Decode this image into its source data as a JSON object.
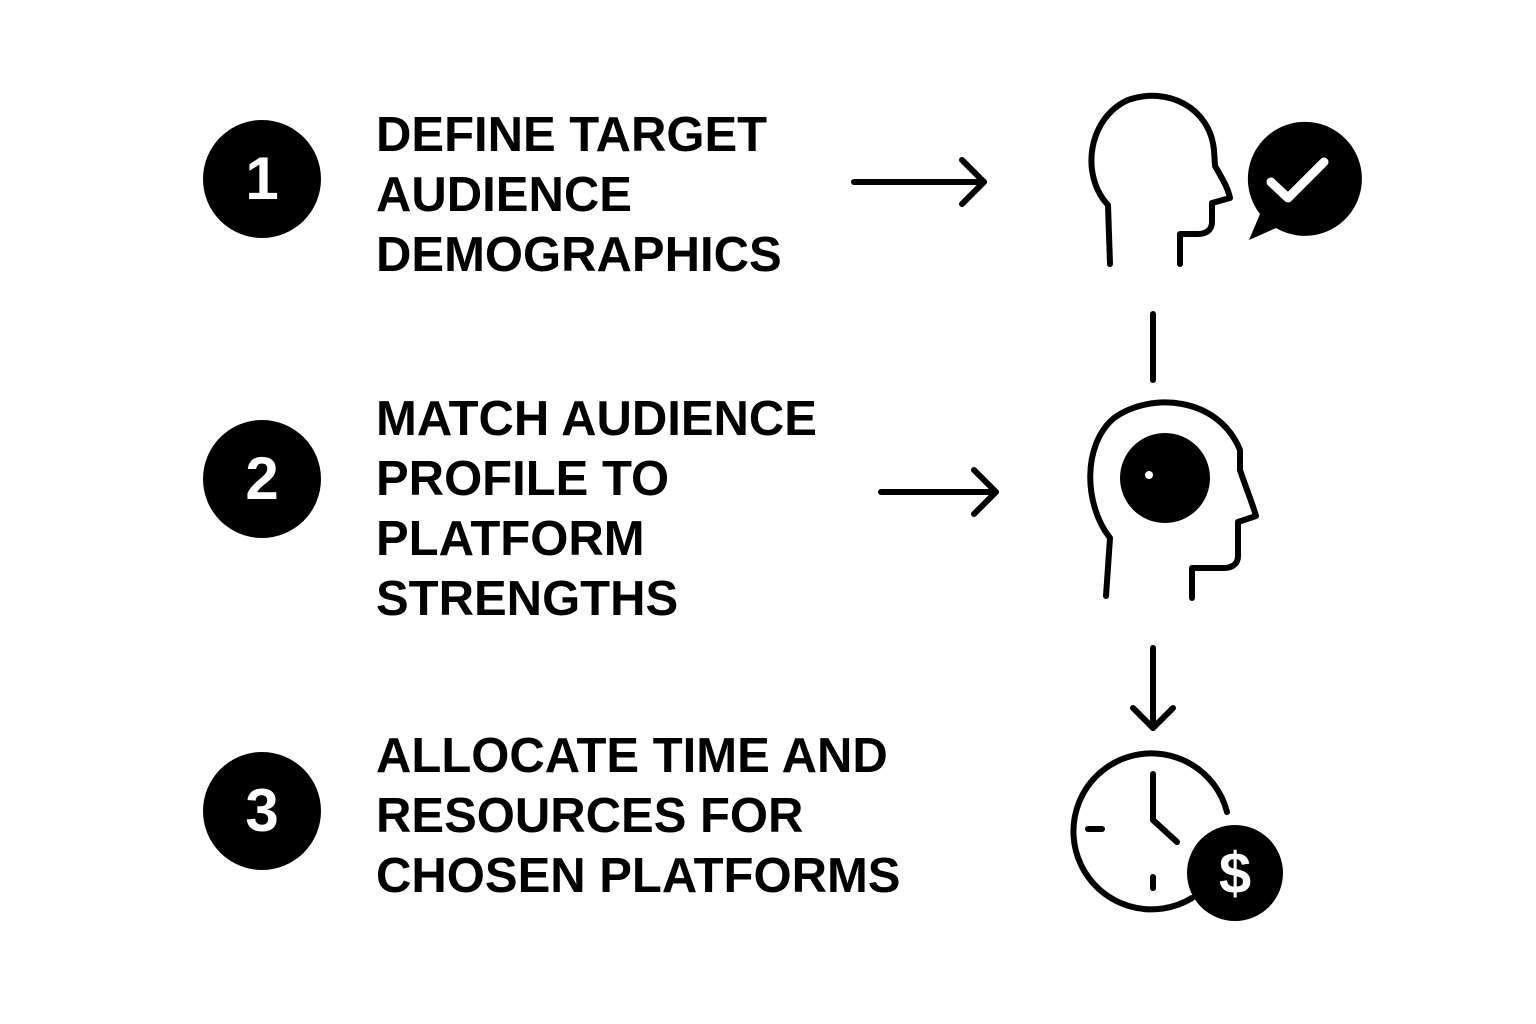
{
  "steps": [
    {
      "number": "1",
      "lines": [
        "DEFINE TARGET",
        "AUDIENCE",
        "DEMOGRAPHICS"
      ],
      "icon": "head-with-checkmark-bubble-icon"
    },
    {
      "number": "2",
      "lines": [
        "MATCH AUDIENCE",
        "PROFILE TO",
        "PLATFORM",
        "STRENGTHS"
      ],
      "icon": "head-with-focus-target-icon"
    },
    {
      "number": "3",
      "lines": [
        "ALLOCATE TIME AND",
        "RESOURCES FOR",
        "CHOSEN PLATFORMS"
      ],
      "icon": "clock-with-dollar-icon"
    }
  ],
  "dollar_symbol": "$",
  "colors": {
    "ink": "#000000",
    "background": "#ffffff"
  }
}
